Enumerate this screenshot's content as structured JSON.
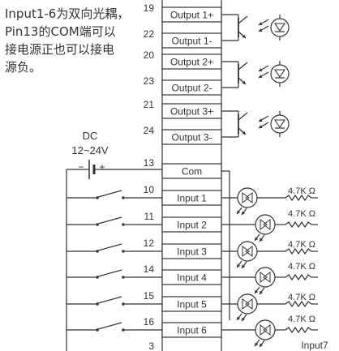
{
  "note": {
    "lines": [
      "Input1-6为双向光耦，",
      "Pin13的COM端可以",
      "接电源正也可以接电",
      "源负。"
    ]
  },
  "power": {
    "label": "DC",
    "voltage": "12~24V",
    "minus": "−",
    "plus": "+"
  },
  "outputs": [
    {
      "pin": "19",
      "label": "Output 1+"
    },
    {
      "pin": "22",
      "label": "Output 1-"
    },
    {
      "pin": "20",
      "label": "Output 2+"
    },
    {
      "pin": "23",
      "label": "Output 2-"
    },
    {
      "pin": "21",
      "label": "Output 3+"
    },
    {
      "pin": "24",
      "label": "Output 3-"
    }
  ],
  "com": {
    "pin": "13",
    "label": "Com"
  },
  "inputs": [
    {
      "pin": "10",
      "label": "Input 1",
      "resistor": "4.7K Ω"
    },
    {
      "pin": "11",
      "label": "Input 2",
      "resistor": "4.7K Ω"
    },
    {
      "pin": "12",
      "label": "Input 3",
      "resistor": "4.7K Ω"
    },
    {
      "pin": "14",
      "label": "Input 4",
      "resistor": "4.7K Ω"
    },
    {
      "pin": "15",
      "label": "Input 5",
      "resistor": "4.7K Ω"
    },
    {
      "pin": "16",
      "label": "Input 6",
      "resistor": "4.7K Ω"
    }
  ],
  "partial": {
    "pin": "3",
    "label": "Input7"
  },
  "colors": {
    "line": "#333333",
    "text": "#333333"
  }
}
